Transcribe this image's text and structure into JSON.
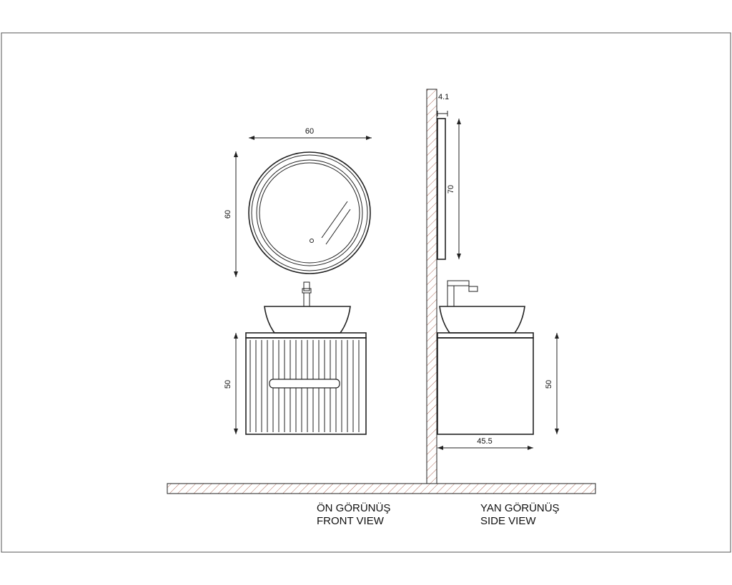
{
  "dimensions": {
    "mirror_width": "60",
    "mirror_height": "60",
    "cabinet_height_front": "50",
    "mirror_thickness": "4.1",
    "mirror_side_height": "70",
    "cabinet_height_side": "50",
    "cabinet_depth": "45.5"
  },
  "captions": {
    "front_tr": "ÖN GÖRÜNÜŞ",
    "front_en": "FRONT VIEW",
    "side_tr": "YAN GÖRÜNÜŞ",
    "side_en": "SIDE VIEW"
  },
  "colors": {
    "line": "#222222",
    "hatch": "#b07060",
    "frame": "#555555"
  }
}
